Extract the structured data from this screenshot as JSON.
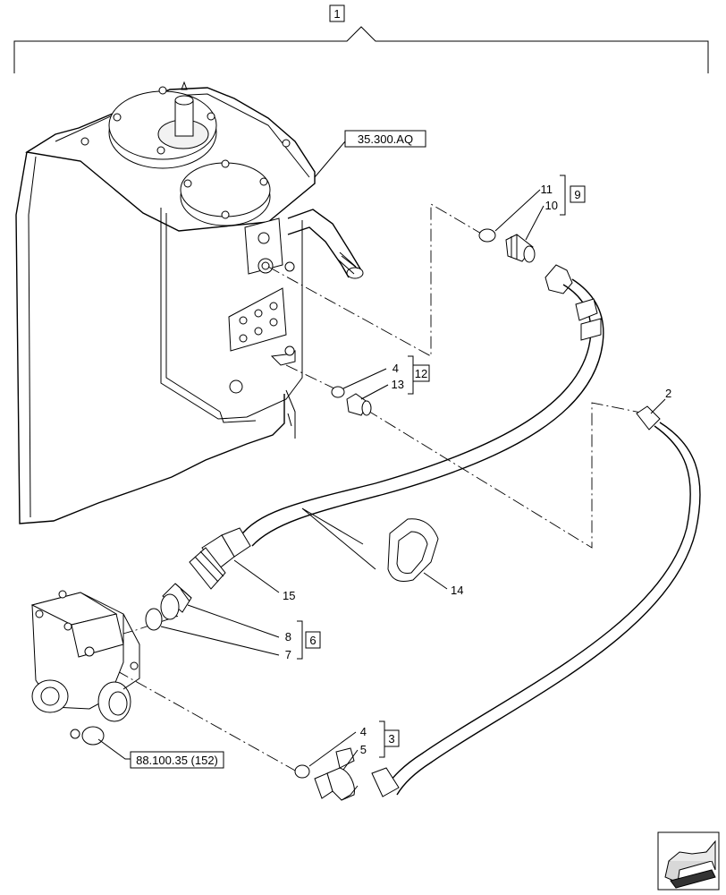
{
  "diagram": {
    "top_ref": "1",
    "ref_tank": "35.300.AQ",
    "ref_pump": "88.100.35 (152)",
    "callouts": {
      "c2": "2",
      "c3": "3",
      "c4a": "4",
      "c4b": "4",
      "c5": "5",
      "c6": "6",
      "c7": "7",
      "c8": "8",
      "c9": "9",
      "c10": "10",
      "c11": "11",
      "c12": "12",
      "c13": "13",
      "c14": "14",
      "c15": "15"
    },
    "nav_icon": "page-forward-arrow-icon"
  }
}
